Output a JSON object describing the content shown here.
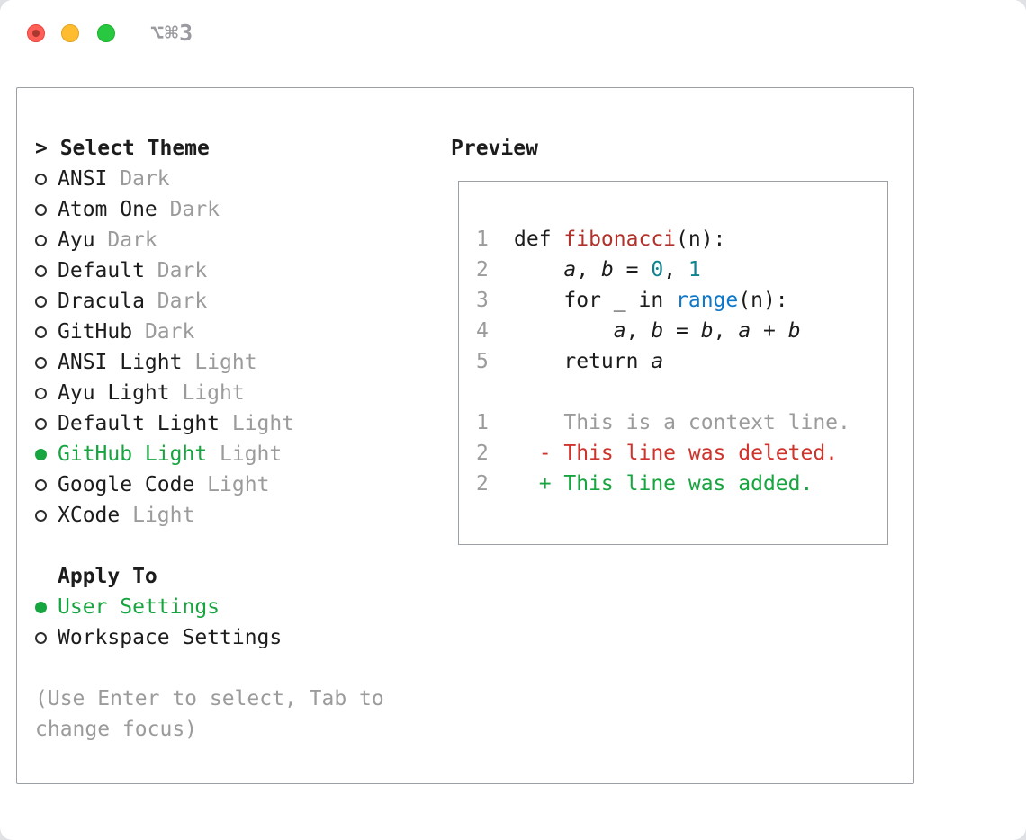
{
  "window": {
    "title": "⌥⌘3",
    "traffic_lights": [
      {
        "name": "close"
      },
      {
        "name": "minimize"
      },
      {
        "name": "zoom"
      }
    ]
  },
  "theme_picker": {
    "header_prefix": "> ",
    "header": "Select Theme",
    "themes": [
      {
        "name": "ANSI",
        "variant": "Dark",
        "selected": false
      },
      {
        "name": "Atom One",
        "variant": "Dark",
        "selected": false
      },
      {
        "name": "Ayu",
        "variant": "Dark",
        "selected": false
      },
      {
        "name": "Default",
        "variant": "Dark",
        "selected": false
      },
      {
        "name": "Dracula",
        "variant": "Dark",
        "selected": false
      },
      {
        "name": "GitHub",
        "variant": "Dark",
        "selected": false
      },
      {
        "name": "ANSI Light",
        "variant": "Light",
        "selected": false
      },
      {
        "name": "Ayu Light",
        "variant": "Light",
        "selected": false
      },
      {
        "name": "Default Light",
        "variant": "Light",
        "selected": false
      },
      {
        "name": "GitHub Light",
        "variant": "Light",
        "selected": true
      },
      {
        "name": "Google Code",
        "variant": "Light",
        "selected": false
      },
      {
        "name": "XCode",
        "variant": "Light",
        "selected": false
      }
    ]
  },
  "apply_to": {
    "header": "Apply To",
    "options": [
      {
        "label": "User Settings",
        "selected": true
      },
      {
        "label": "Workspace Settings",
        "selected": false
      }
    ]
  },
  "help_lines": [
    "(Use Enter to select, Tab to",
    "change focus)"
  ],
  "preview": {
    "header": "Preview",
    "lines": [
      {
        "num": "1",
        "segments": [
          {
            "t": "def ",
            "c": "plain"
          },
          {
            "t": "fibonacci",
            "c": "func"
          },
          {
            "t": "(n):",
            "c": "plain"
          }
        ]
      },
      {
        "num": "2",
        "segments": [
          {
            "t": "    ",
            "c": "plain"
          },
          {
            "t": "a",
            "c": "var"
          },
          {
            "t": ", ",
            "c": "plain"
          },
          {
            "t": "b",
            "c": "var"
          },
          {
            "t": " = ",
            "c": "plain"
          },
          {
            "t": "0",
            "c": "num"
          },
          {
            "t": ", ",
            "c": "plain"
          },
          {
            "t": "1",
            "c": "num"
          }
        ]
      },
      {
        "num": "3",
        "segments": [
          {
            "t": "    for _ in ",
            "c": "plain"
          },
          {
            "t": "range",
            "c": "builtin"
          },
          {
            "t": "(n):",
            "c": "plain"
          }
        ]
      },
      {
        "num": "4",
        "segments": [
          {
            "t": "        ",
            "c": "plain"
          },
          {
            "t": "a",
            "c": "var"
          },
          {
            "t": ", ",
            "c": "plain"
          },
          {
            "t": "b",
            "c": "var"
          },
          {
            "t": " = ",
            "c": "plain"
          },
          {
            "t": "b",
            "c": "var"
          },
          {
            "t": ", ",
            "c": "plain"
          },
          {
            "t": "a",
            "c": "var"
          },
          {
            "t": " + ",
            "c": "plain"
          },
          {
            "t": "b",
            "c": "var"
          }
        ]
      },
      {
        "num": "5",
        "segments": [
          {
            "t": "    return ",
            "c": "plain"
          },
          {
            "t": "a",
            "c": "var"
          }
        ]
      },
      {
        "num": "",
        "segments": []
      },
      {
        "num": "1",
        "segments": [
          {
            "t": "    This is a context line.",
            "c": "context"
          }
        ]
      },
      {
        "num": "2",
        "segments": [
          {
            "t": "  - This line was deleted.",
            "c": "deleted"
          }
        ]
      },
      {
        "num": "2",
        "segments": [
          {
            "t": "  + This line was added.",
            "c": "added"
          }
        ]
      }
    ]
  },
  "colors": {
    "accent_green": "#17a53f",
    "muted_gray": "#9b9b9b",
    "function_red": "#b0322b",
    "number_teal": "#0e8390",
    "builtin_blue": "#0d77c9",
    "diff_red": "#cf342c",
    "text_black": "#1c1c1c"
  }
}
